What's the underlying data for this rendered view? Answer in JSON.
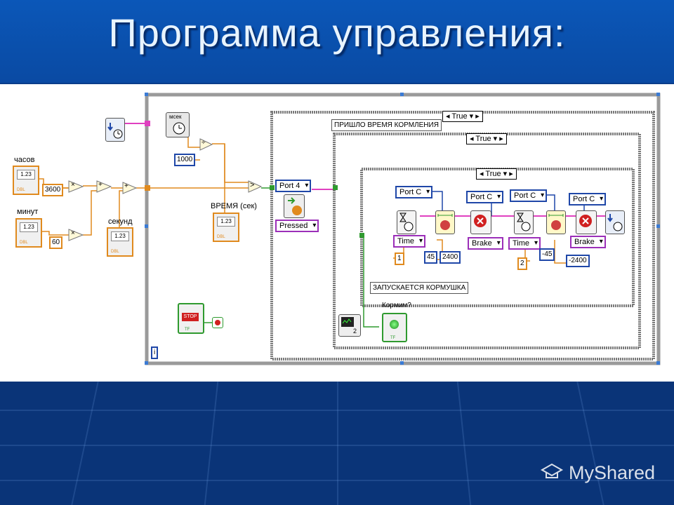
{
  "slide": {
    "title": "Программа управления:",
    "watermark": "MyShared"
  },
  "diagram": {
    "labels": {
      "hours": "часов",
      "minutes": "минут",
      "seconds": "секунд",
      "time_sec": "ВРЕМЯ (сек)",
      "msec": "мсек",
      "feeding": "Кормим?"
    },
    "constants": {
      "c3600": "3600",
      "c60": "60",
      "c1000": "1000",
      "c1": "1",
      "c45": "45",
      "c2400": "2400",
      "c2": "2",
      "cm45": "-45",
      "cm2400": "-2400",
      "num": "1.23",
      "dbl": "DBL",
      "tf": "TF",
      "stop": "STOP",
      "loop_i": "i",
      "wait_n": "2"
    },
    "cases": {
      "outer": "True",
      "middle": "True",
      "inner": "True"
    },
    "comments": {
      "feeding_time": "ПРИШЛО ВРЕМЯ КОРМЛЕНИЯ",
      "feeder_start": "ЗАПУСКАЕТСЯ КОРМУШКА"
    },
    "selectors": {
      "port4": "Port 4",
      "pressed": "Pressed",
      "portc1": "Port C",
      "portc2": "Port C",
      "portc3": "Port C",
      "portc4": "Port C",
      "time1": "Time",
      "brake1": "Brake",
      "time2": "Time",
      "brake2": "Brake"
    },
    "ops": {
      "mul": "×",
      "add": "+",
      "div": "÷",
      "gt": ">"
    }
  }
}
